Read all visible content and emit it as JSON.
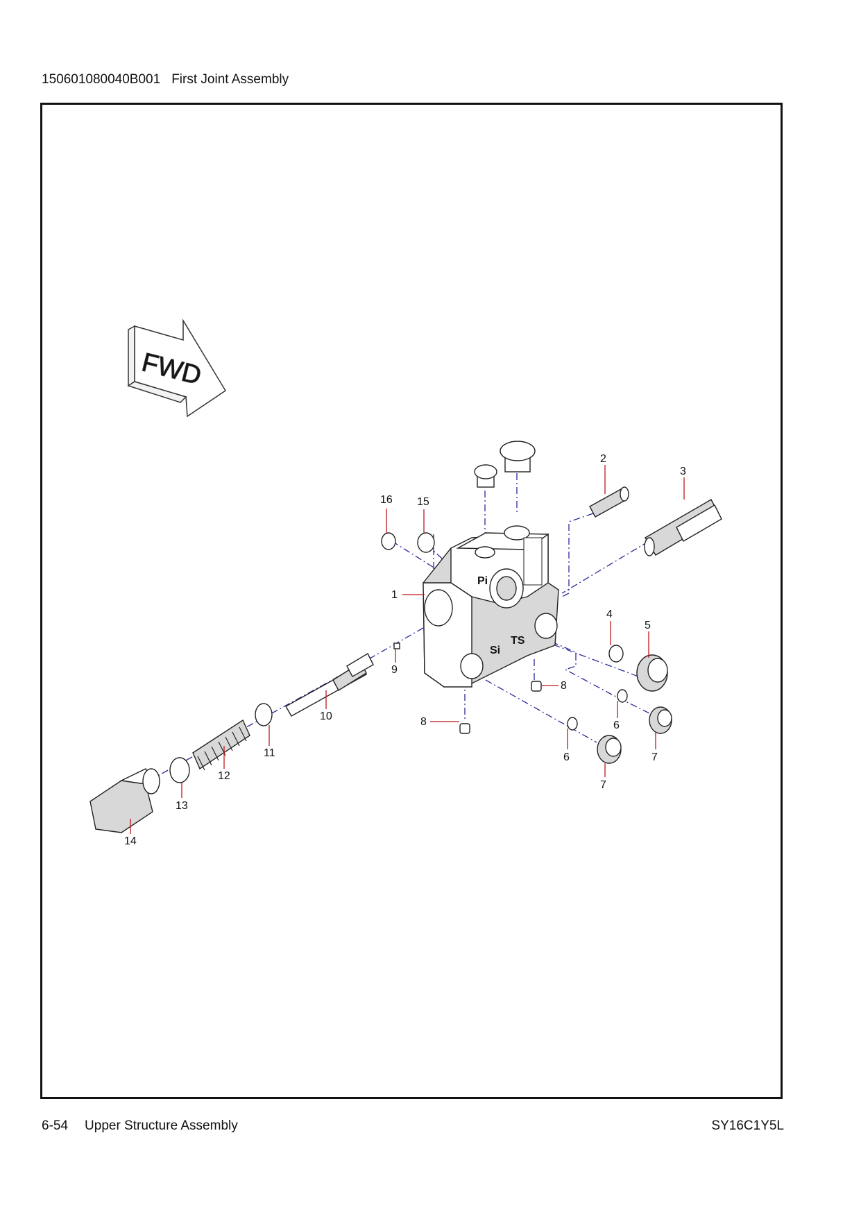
{
  "header": {
    "part_number": "150601080040B001",
    "title": "First Joint Assembly"
  },
  "diagram": {
    "direction_label": "FWD",
    "port_labels": [
      "Pi",
      "Si",
      "TS"
    ],
    "callouts": [
      "1",
      "2",
      "3",
      "4",
      "5",
      "6",
      "6",
      "7",
      "7",
      "8",
      "8",
      "9",
      "10",
      "11",
      "12",
      "13",
      "14",
      "15",
      "16"
    ]
  },
  "footer": {
    "page_number": "6-54",
    "section": "Upper Structure Assembly",
    "model": "SY16C1Y5L"
  }
}
